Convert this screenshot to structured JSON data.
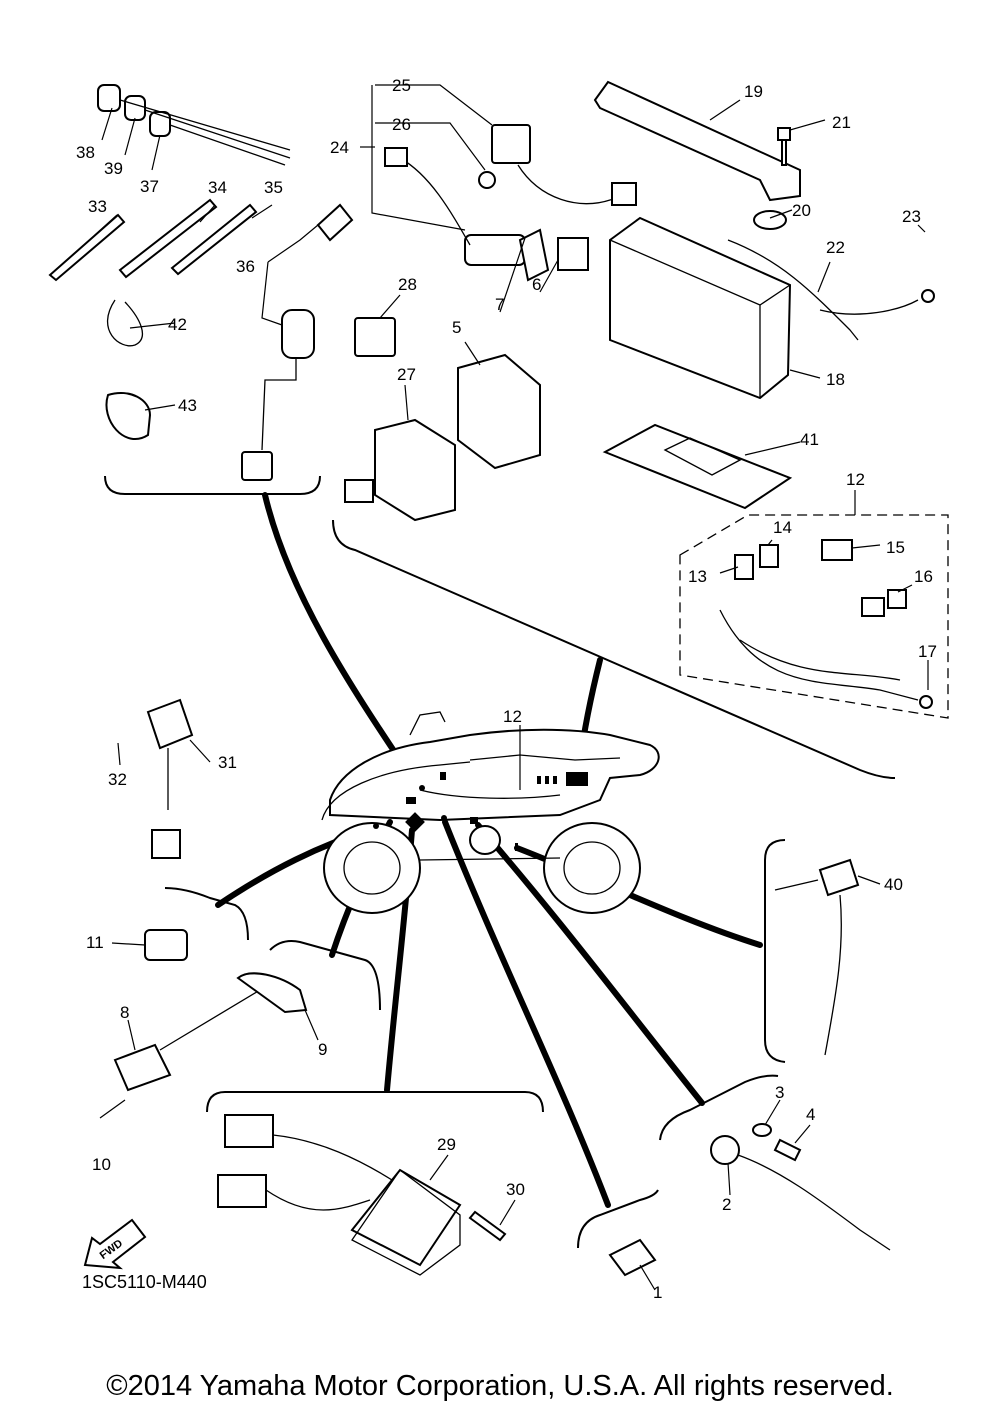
{
  "diagram": {
    "part_labels": [
      "1",
      "2",
      "3",
      "4",
      "5",
      "6",
      "7",
      "8",
      "9",
      "10",
      "11",
      "12",
      "13",
      "14",
      "15",
      "16",
      "17",
      "18",
      "19",
      "20",
      "21",
      "22",
      "23",
      "24",
      "25",
      "26",
      "27",
      "28",
      "29",
      "30",
      "31",
      "32",
      "33",
      "34",
      "35",
      "36",
      "37",
      "38",
      "39",
      "40",
      "41",
      "42",
      "43"
    ],
    "label_12_vehicle": "12",
    "fwd_text": "FWD",
    "diagram_code": "1SC5110-M440",
    "copyright": "©2014 Yamaha Motor Corporation, U.S.A. All rights reserved."
  }
}
